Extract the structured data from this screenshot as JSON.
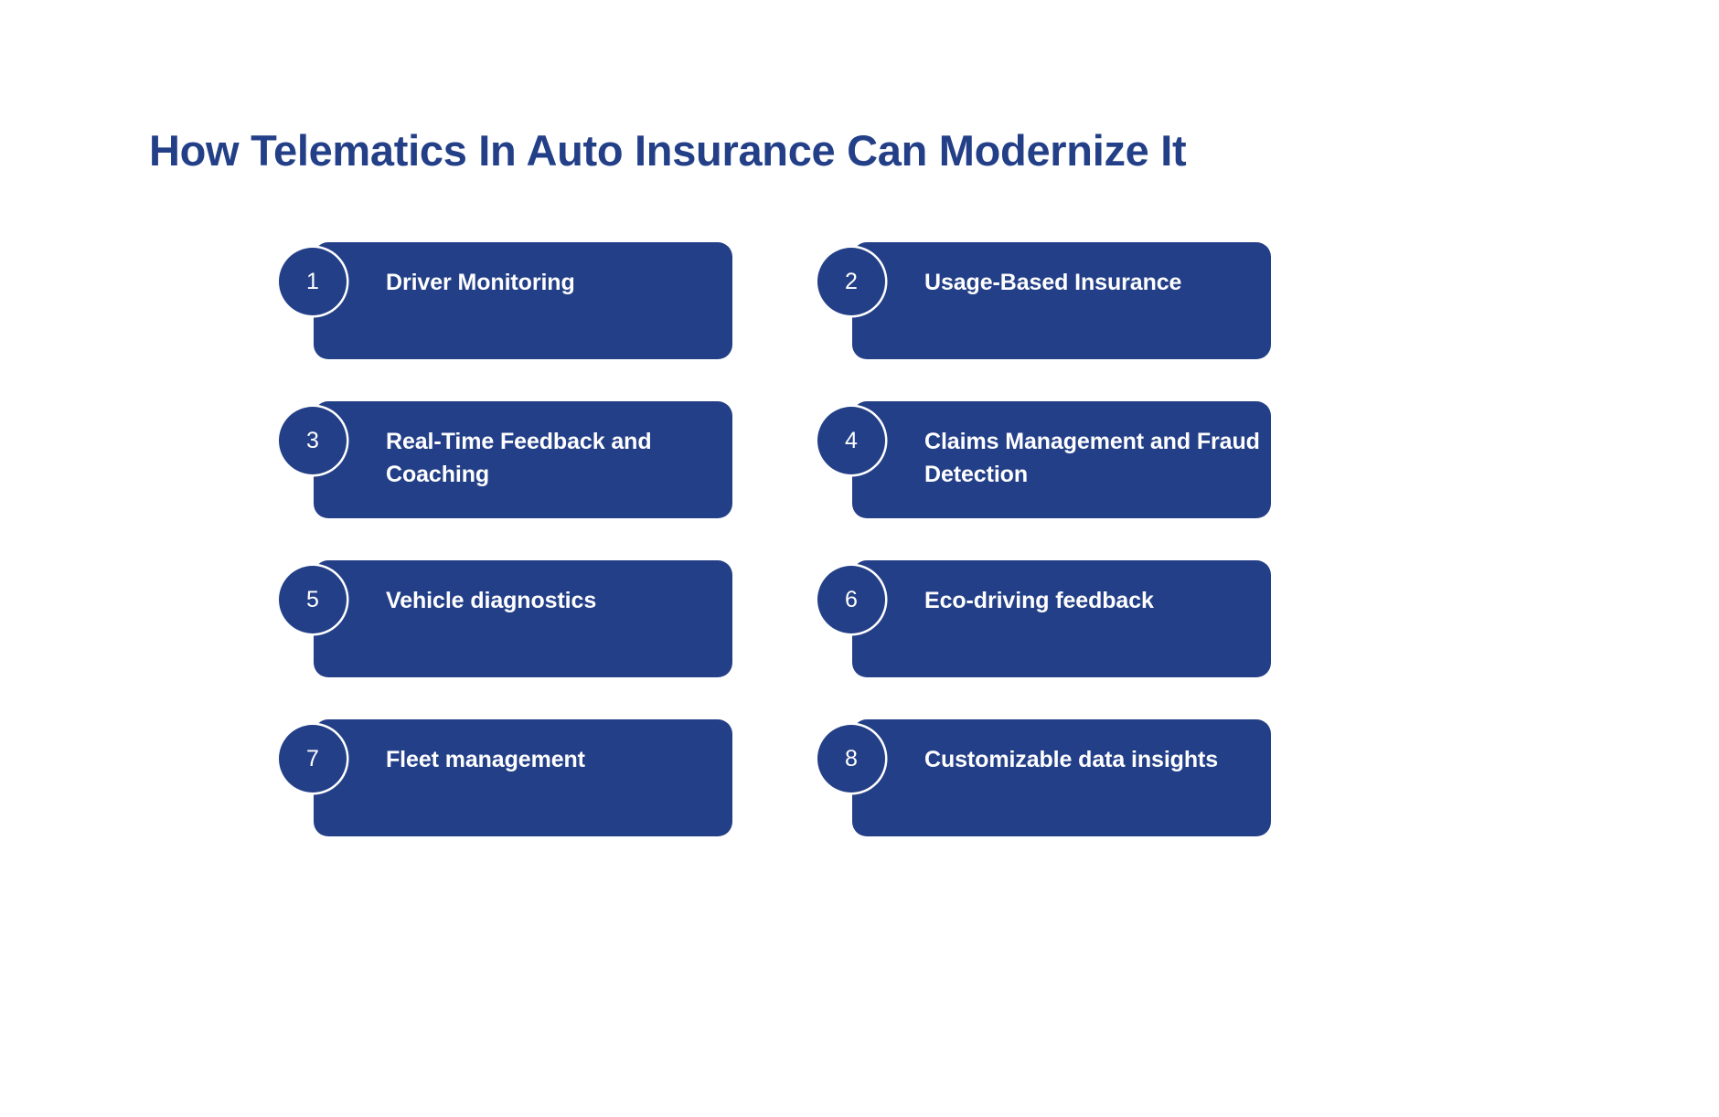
{
  "page": {
    "background_color": "#ffffff",
    "accent_color": "#233f87",
    "text_on_accent_color": "#ffffff",
    "title": "How Telematics In Auto Insurance Can Modernize It"
  },
  "cards": [
    {
      "number": "1",
      "label": "Driver Monitoring"
    },
    {
      "number": "2",
      "label": "Usage-Based Insurance"
    },
    {
      "number": "3",
      "label": "Real-Time Feedback and Coaching"
    },
    {
      "number": "4",
      "label": "Claims Management and Fraud Detection"
    },
    {
      "number": "5",
      "label": "Vehicle diagnostics"
    },
    {
      "number": "6",
      "label": "Eco-driving feedback"
    },
    {
      "number": "7",
      "label": "Fleet management"
    },
    {
      "number": "8",
      "label": "Customizable data insights"
    }
  ]
}
